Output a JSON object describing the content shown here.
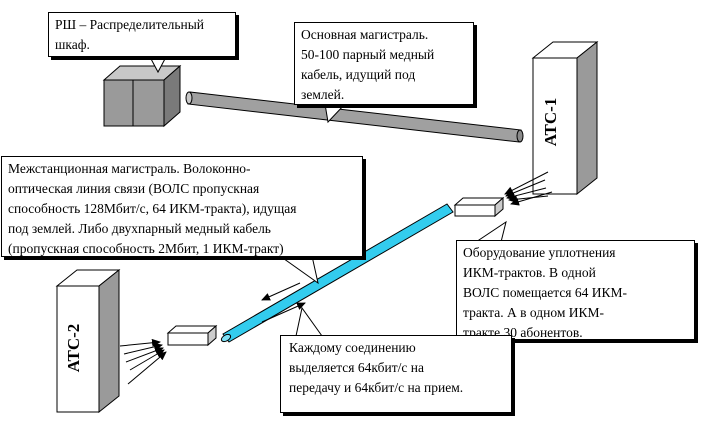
{
  "cabinet_callout": "РШ – Распределительный\nшкаф.",
  "trunk_callout": "Основная магистраль.\n50-100 парный медный\nкабель, идущий под\nземлей.",
  "interstation_callout": "Межстанционная магистраль. Волоконно-\nоптическая линия связи (ВОЛС пропускная\nспособность 128Мбит/с, 64 ИКМ-тракта), идущая\nпод землей. Либо двухпарный медный кабель\n(пропускная способность 2Мбит, 1 ИКМ-тракт)",
  "multiplex_callout": "Оборудование уплотнения\nИКМ-трактов. В одной\nВОЛС помещается 64 ИКМ-\nтракта. А в одном  ИКМ-\nтракте 30 абонентов.",
  "channel_callout": "Каждому соединению\nвыделяется 64кбит/с на\nпередачу и 64кбит/с на прием.",
  "atc1_label": "АТС-1",
  "atc2_label": "АТС-2",
  "colors": {
    "fiber": "#33ccee",
    "gray_pipe": "#a0a0a0",
    "cabinet": "#9a9a9a"
  }
}
